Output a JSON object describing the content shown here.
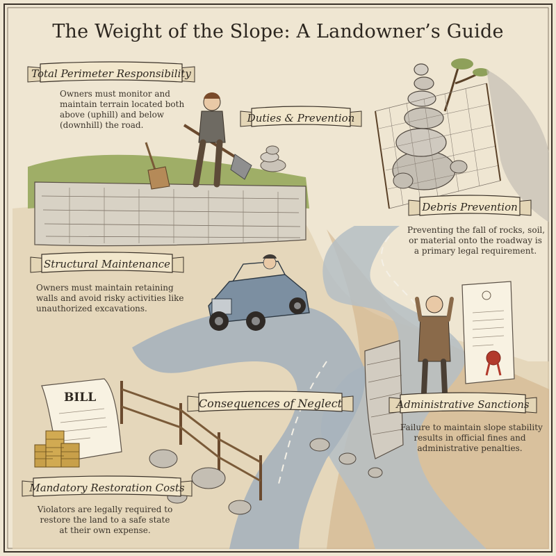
{
  "title": "The Weight of the Slope: A Landowner’s Guide",
  "colors": {
    "parchment": "#efe6d2",
    "ribbon": "#f2e7cc",
    "ink": "#2e2820",
    "grass": "#8ea05a",
    "soil": "#9c7650",
    "stone": "#c9c3b8",
    "road": "#aeb9c0",
    "car": "#7a8ea0",
    "wax_seal": "#b23a2c"
  },
  "banners": {
    "duties": "Duties & Prevention",
    "consequences": "Consequences of Neglect"
  },
  "sections": {
    "perimeter": {
      "heading": "Total Perimeter Responsibility",
      "lines": [
        "Owners must monitor and",
        "maintain terrain located both",
        "above (uphill) and below",
        "(downhill) the road."
      ]
    },
    "structural": {
      "heading": "Structural Maintenance",
      "lines": [
        "Owners must maintain retaining",
        "walls and avoid risky activities like",
        "unauthorized excavations."
      ]
    },
    "debris": {
      "heading": "Debris Prevention",
      "lines": [
        "Preventing the fall of rocks, soil,",
        "or material onto the roadway is",
        "a primary legal requirement."
      ]
    },
    "sanctions": {
      "heading": "Administrative Sanctions",
      "lines": [
        "Failure to maintain slope stability",
        "results in official fines and",
        "administrative penalties."
      ]
    },
    "restoration": {
      "heading": "Mandatory Restoration Costs",
      "lines": [
        "Violators are legally required to",
        "restore the land to a safe state",
        "at their own expense."
      ]
    }
  },
  "document_label": "BILL",
  "icons": [
    "shovel-icon",
    "broom-icon",
    "rock-pile-icon",
    "safety-net-icon",
    "vintage-car-icon",
    "bill-document-icon",
    "coin-stack-icon",
    "fence-icon",
    "certificate-icon",
    "wax-seal-icon"
  ]
}
